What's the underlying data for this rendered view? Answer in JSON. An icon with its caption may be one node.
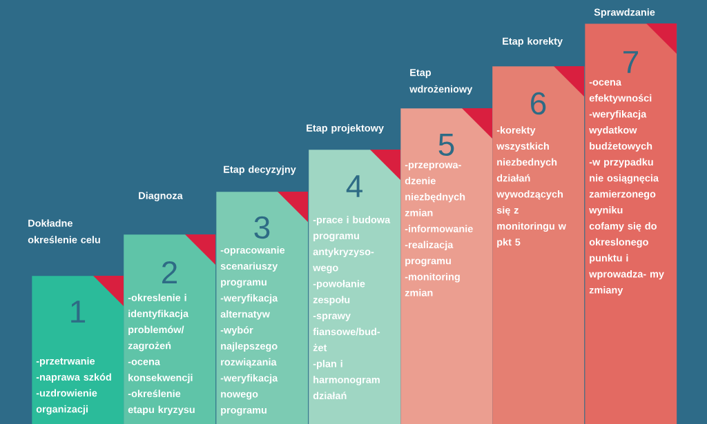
{
  "diagram": {
    "nodes": [
      {
        "text": [
          "1",
          "-przetrwanie",
          "-naprawa szkód",
          "-uzdrowienie organizacji"
        ],
        "beside": [
          "Dokładne określenie celu"
        ]
      },
      {
        "text": [
          "2",
          "-okreslenie i identyfikacja problemów/ zagrożeń",
          "-ocena konsekwencji",
          "-określenie etapu kryzysu"
        ],
        "beside": [
          "Diagnoza"
        ]
      },
      {
        "text": [
          "3",
          "-opracowanie scenariuszy programu",
          "-weryfikacja alternatyw",
          "-wybór najlepszego rozwiązania",
          "-weryfikacja nowego programu"
        ],
        "beside": [
          "Etap decyzyjny"
        ]
      },
      {
        "text": [
          "4",
          "-prace i budowa programu antykryzyso- wego",
          "-powołanie zespołu",
          "-sprawy fiansowe/bud- żet",
          "-plan i harmonogram działań"
        ],
        "beside": [
          "Etap projektowy"
        ]
      },
      {
        "text": [
          "5",
          "-przeprowa- dzenie niezbędnych zmian",
          "-informowanie",
          "-realizacja programu",
          "-monitoring zmian"
        ],
        "beside": [
          "Etap wdrożeniowy"
        ]
      },
      {
        "text": [
          "6",
          "-korekty wszystkich niezbednych działań wywodzących się z monitoringu w pkt 5"
        ],
        "beside": [
          "Etap korekty"
        ]
      },
      {
        "text": [
          "7",
          "-ocena efektywności",
          "-weryfikacja wydatkow budżetowych",
          "-w przypadku nie osiągnęcia zamierzonego wyniku cofamy się do okreslonego punktu i wprowadza- my zmiany"
        ],
        "beside": [
          "Sprawdzanie"
        ]
      }
    ]
  }
}
